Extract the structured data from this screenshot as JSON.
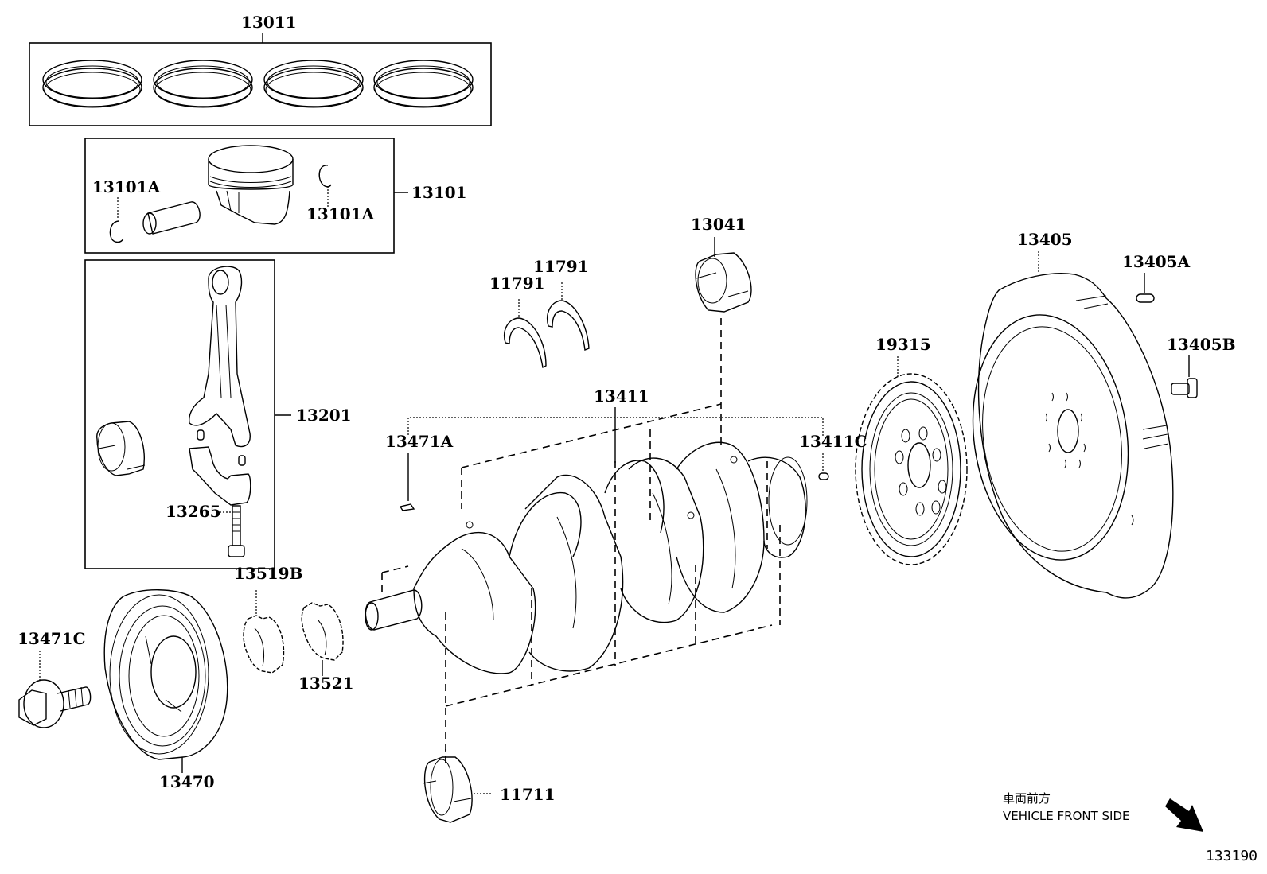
{
  "diagram": {
    "title_code": "133190",
    "orientation": {
      "japanese": "車両前方",
      "english": "VEHICLE FRONT SIDE",
      "arrow_icon": "arrow-down-right-icon"
    },
    "labels": {
      "piston_ring_set": "13011",
      "piston_subassy": "13101",
      "piston_pin_clip_left": "13101A",
      "piston_pin_clip_right": "13101A",
      "connecting_rod_subassy": "13201",
      "connecting_rod_bolt": "13265",
      "crankshaft_bearing_upper": "13041",
      "thrust_washer_1": "11791",
      "thrust_washer_2": "11791",
      "crankshaft": "13411",
      "crank_key": "13471A",
      "crank_pin": "13411C",
      "timing_sensor_plate": "19315",
      "flywheel": "13405",
      "flywheel_pin": "13405A",
      "flywheel_bolt": "13405B",
      "pulley_bolt": "13471C",
      "crankshaft_pulley": "13470",
      "crank_gear_washer": "13519B",
      "crankshaft_timing_gear": "13521",
      "crankshaft_bearing_lower": "11711"
    }
  }
}
